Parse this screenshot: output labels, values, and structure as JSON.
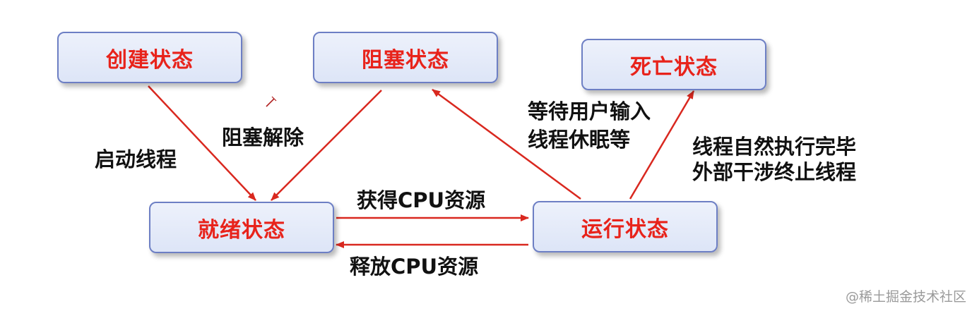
{
  "states": {
    "create": "创建状态",
    "blocked": "阻塞状态",
    "dead": "死亡状态",
    "ready": "就绪状态",
    "running": "运行状态"
  },
  "transitions": {
    "start_thread": "启动线程",
    "unblock": "阻塞解除",
    "wait_input": "等待用户输入",
    "sleep": "线程休眠等",
    "finish": "线程自然执行完毕",
    "terminate": "外部干涉终止线程",
    "get_cpu": "获得CPU资源",
    "release_cpu": "释放CPU资源"
  },
  "watermark": "@稀土掘金技术社区",
  "colors": {
    "state_text": "#e8231b",
    "state_border": "#6d7fc4",
    "arrow": "#d9281f",
    "label_text": "#111111"
  }
}
